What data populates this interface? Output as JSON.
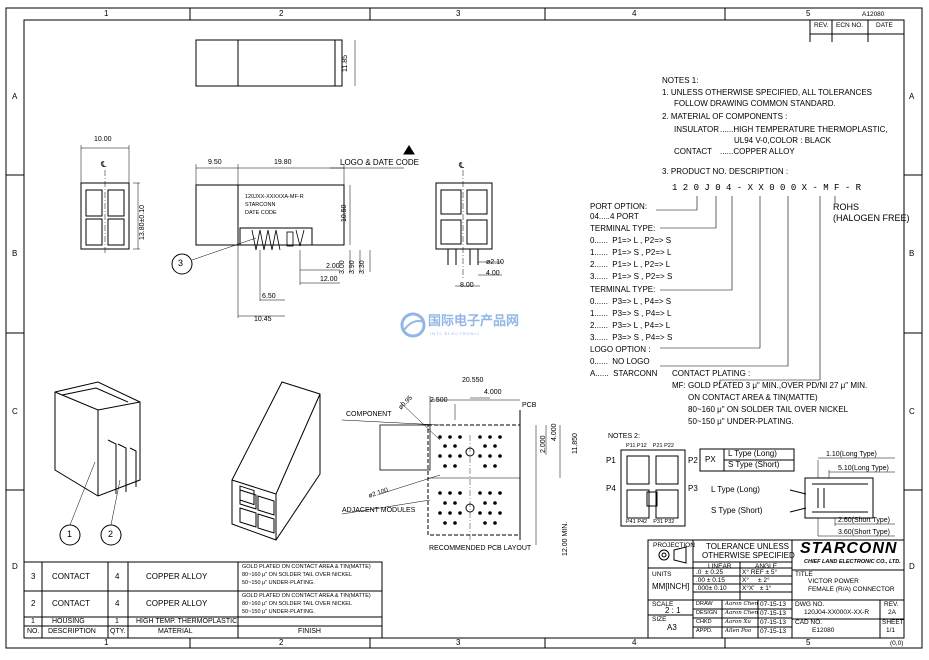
{
  "border": {
    "cols": [
      "1",
      "2",
      "3",
      "4",
      "5"
    ],
    "rows": [
      "A",
      "B",
      "C",
      "D"
    ]
  },
  "revision_block": {
    "doc_code": "A12080",
    "headers": [
      "REV.",
      "ECN NO.",
      "DATE"
    ]
  },
  "notes1": {
    "title": "NOTES 1:",
    "line1": "1. UNLESS OTHERWISE SPECIFIED, ALL TOLERANCES",
    "line1b": "FOLLOW DRAWING COMMON STANDARD.",
    "line2": "2. MATERIAL OF COMPONENTS :",
    "ins_label": "INSULATOR",
    "ins_text": "......HIGH TEMPERATURE THERMOPLASTIC,",
    "ins_text2": "UL94 V-0,COLOR : BLACK",
    "contact_label": "CONTACT",
    "contact_text": "......COPPER ALLOY",
    "line3": "3. PRODUCT NO. DESCRIPTION :",
    "part_code": "1 2 0 J 0 4 - X X 0 0 0 X - M F - R"
  },
  "options": {
    "port_option": "PORT OPTION:",
    "port_value": "04.....4 PORT",
    "terminal_type_a": "TERMINAL TYPE:",
    "terminal_a": [
      "0......  P1=> L , P2=> S",
      "1......  P1=> S , P2=> L",
      "2......  P1=> L , P2=> L",
      "3......  P1=> S , P2=> S"
    ],
    "terminal_type_b": "TERMINAL TYPE:",
    "terminal_b": [
      "0......  P3=> L , P4=> S",
      "1......  P3=> S , P4=> L",
      "2......  P3=> L , P4=> L",
      "3......  P3=> S , P4=> S"
    ],
    "logo_option": "LOGO OPTION :",
    "logo_values": [
      "0......  NO LOGO",
      "A......  STARCONN"
    ],
    "contact_plating": "CONTACT PLATING :",
    "rohs": "ROHS",
    "halogen": "(HALOGEN FREE)",
    "mf1": "MF: GOLD PLATED 3 μ\" MIN.,OVER PD/NI 27 μ\" MIN.",
    "mf2": "ON CONTACT AREA & TIN(MATTE)",
    "mf3": "80~160 μ\" ON SOLDER TAIL OVER NICKEL",
    "mf4": "50~150 μ\" UNDER-PLATING."
  },
  "notes2": {
    "title": "NOTES 2:",
    "pins_top": "P11 P12    P21 P22",
    "pins_bottom": "P41 P42    P31 P32",
    "p1": "P1",
    "p2": "P2",
    "p3": "P3",
    "p4": "P4",
    "px": "PX",
    "l_type_long": "L Type (Long)",
    "s_type_short": "S Type (Short)",
    "l_type_label": "L Type (Long)",
    "s_type_label": "S Type (Short)",
    "dim_110": "1.10(Long Type)",
    "dim_510": "5.10(Long Type)",
    "dim_260": "2.60(Short Type)",
    "dim_360": "3.60(Short Type)"
  },
  "views": {
    "top_dim": "11.85",
    "front_width": "10.00",
    "front_height": "13.80±0.10",
    "side_950": "9.50",
    "side_1980": "19.80",
    "logo_date": "LOGO & DATE CODE",
    "marking1": "120JXX-XXXXXA-MF-R",
    "marking2": "STARCONN",
    "marking3": "DATE CODE",
    "dim_1050": "10.50",
    "dim_300": "3.00",
    "dim_390": "3.90",
    "dim_330": "3.30",
    "dim_200": "2.00",
    "dim_1200": "12.00",
    "dim_650": "6.50",
    "dim_1045": "10.45",
    "dim_210": "ø2.10",
    "dim_400r": "4.00",
    "dim_800": "8.00",
    "balloon3": "3",
    "balloon1": "1",
    "balloon2": "2"
  },
  "pcb": {
    "dim_20550": "20.550",
    "dim_2500": "2.500",
    "dim_4000": "4.000",
    "dim_4000v": "4.000",
    "dim_2000v": "2.000",
    "dim_11850": "11.850",
    "dim_1200min": "12.00 MIN.",
    "pcb_label": "PCB",
    "component": "COMPONENT",
    "adjacent": "ADJACENT MODULES",
    "hole1": "ø0.95",
    "hole2": "ø2.100",
    "caption": "RECOMMENDED PCB LAYOUT"
  },
  "bom": {
    "headers": [
      "NO.",
      "DESCRIPTION",
      "QTY.",
      "MATERIAL",
      "FINISH"
    ],
    "rows": [
      {
        "no": "3",
        "desc": "CONTACT",
        "qty": "4",
        "mat": "COPPER ALLOY",
        "fin1": "GOLD PLATED ON CONTACT AREA & TIN(MATTE)",
        "fin2": "80~160 μ\" ON SOLDER TAIL OVER NICKEL",
        "fin3": "50~150 μ\" UNDER-PLATING."
      },
      {
        "no": "2",
        "desc": "CONTACT",
        "qty": "4",
        "mat": "COPPER ALLOY",
        "fin1": "GOLD PLATED ON CONTACT AREA & TIN(MATTE)",
        "fin2": "80~160 μ\" ON SOLDER TAIL OVER NICKEL",
        "fin3": "50~150 μ\" UNDER-PLATING."
      },
      {
        "no": "1",
        "desc": "HOUSING",
        "qty": "1",
        "mat": "HIGH TEMP. THERMOPLASTIC",
        "fin1": "",
        "fin2": "",
        "fin3": ""
      }
    ]
  },
  "title_block": {
    "projection": "PROJECTION",
    "tolerance1": "TOLERANCE UNLESS",
    "tolerance2": "OTHERWISE SPECIFIED",
    "company": "STARCONN",
    "company_sub": "CHIEF LAND ELECTRONIC CO., LTD.",
    "linear": "LINEAR",
    "angle": "ANGLE",
    "units_label": "UNITS",
    "units_value": "MM[INCH]",
    "tol1": ".0  ± 0.25",
    "ang1": "X° REF ± 5°",
    "tol2": ".00 ± 0.15",
    "ang2": "X°     ± 2°",
    "tol3": ".000± 0.10",
    "ang3": "X°X'   ± 1°",
    "title_label": "TITLE",
    "title1": "VICTOR POWER",
    "title2": "FEMALE (R/A) CONNECTOR",
    "scale_label": "SCALE",
    "scale_value": "2 : 1",
    "size_label": "SIZE",
    "size_value": "A3",
    "draw": "DRAW",
    "design": "DESIGN",
    "chkd": "CHKD",
    "appd": "APPD.",
    "sig1": "Aaron Chen",
    "sig2": "Aaron Chen",
    "sig3": "Aaron Xu",
    "sig4": "Allen Poo",
    "date1": "07-15-13",
    "date2": "07-15-13",
    "date3": "07-15-13",
    "date4": "07-15-13",
    "dwg_label": "DWG NO.",
    "dwg_value": "120J04-XX000X-XX-R",
    "rev_label": "REV.",
    "rev_value": "2A",
    "cad_label": "CAD NO.",
    "cad_value": "E12080",
    "sheet_label": "SHEET",
    "sheet_value": "1/1",
    "origin": "(0,0)"
  },
  "watermark": {
    "text": "国际电子产品网",
    "sub": "INTL ELECTRONIC"
  }
}
